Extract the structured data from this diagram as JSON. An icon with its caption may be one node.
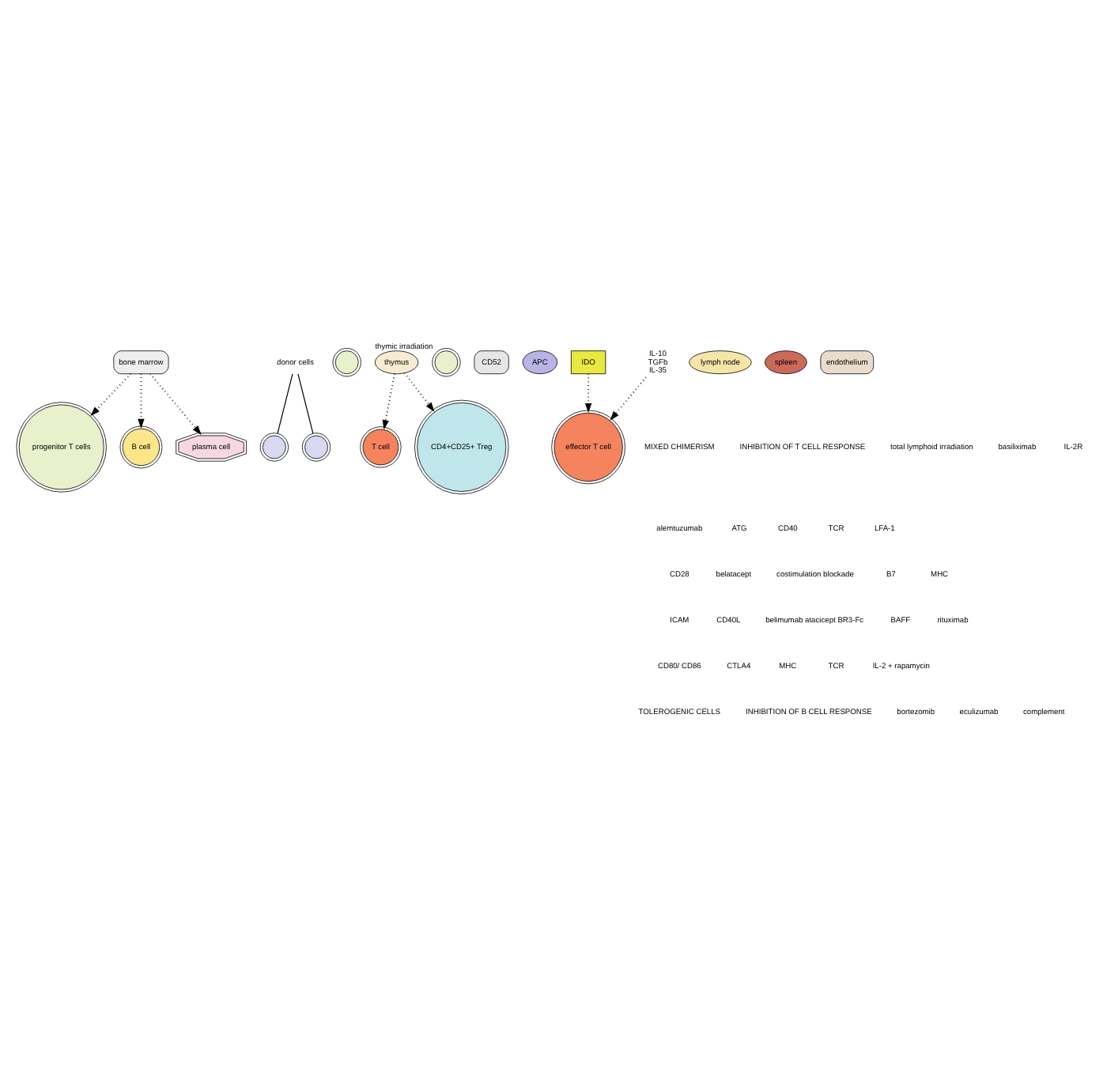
{
  "diagram": {
    "nodes": [
      {
        "text": [
          "bone marrow"
        ]
      },
      {
        "text": [
          "donor cells"
        ]
      },
      {
        "text": [],
        "shape": "circle"
      },
      {
        "text": [],
        "shape": "circle"
      },
      {
        "text": [],
        "shape": "circle"
      },
      {
        "text": [
          "thymus"
        ],
        "beside": [
          "thymic irradiation"
        ]
      },
      {
        "text": [
          "progenitor T cells"
        ]
      },
      {
        "text": [],
        "shape": "circle"
      },
      {
        "text": [
          "T cell"
        ]
      },
      {
        "text": [
          "CD52"
        ]
      },
      {
        "text": [
          "APC"
        ]
      },
      {
        "text": [
          "IDO"
        ]
      },
      {
        "text": [
          "lymph node"
        ]
      },
      {
        "text": [
          "B cell"
        ]
      },
      {
        "text": [
          "spleen"
        ]
      },
      {
        "text": [
          "plasma cell"
        ]
      },
      {
        "text": [
          "CD4+CD25+ Treg"
        ]
      },
      {
        "text": [
          "effector T cell"
        ]
      },
      {
        "text": [
          "endothelium"
        ]
      },
      {
        "text": [
          "IL-10",
          "TGFb",
          "IL-35"
        ]
      }
    ],
    "edges": [
      {
        "from": 1,
        "to": 2,
        "arrow": "none"
      },
      {
        "from": 1,
        "to": 4,
        "arrow": "none"
      },
      {
        "from": 0,
        "to": 6,
        "arrow": "to",
        "style": "dashed"
      },
      {
        "from": 0,
        "to": 13,
        "arrow": "to",
        "style": "dashed"
      },
      {
        "from": 0,
        "to": 15,
        "arrow": "to",
        "style": "dashed"
      },
      {
        "from": 5,
        "to": 8,
        "arrow": "to",
        "style": "dashed"
      },
      {
        "from": 5,
        "to": 16,
        "arrow": "to",
        "style": "dashed"
      },
      {
        "from": 11,
        "to": 17,
        "arrow": "to",
        "style": "dashed"
      },
      {
        "from": 19,
        "to": 17,
        "arrow": "to",
        "style": "dashed"
      }
    ],
    "labels": [
      "MIXED CHIMERISM",
      "INHIBITION OF T CELL RESPONSE",
      "total lymphoid irradiation",
      "basiliximab",
      "IL-2R",
      "alemtuzumab",
      "ATG",
      "CD40",
      "TCR",
      "LFA-1",
      "CD28",
      "belatacept",
      "costimulation blockade",
      "B7",
      "MHC",
      "ICAM",
      "CD40L",
      "belimumab atacicept BR3-Fc",
      "BAFF",
      "rituximab",
      "CD80/ CD86",
      "CTLA4",
      "MHC",
      "TCR",
      "IL-2 + rapamycin",
      "TOLEROGENIC CELLS",
      "INHIBITION OF B CELL RESPONSE",
      "bortezomib",
      "eculizumab",
      "complement"
    ]
  }
}
